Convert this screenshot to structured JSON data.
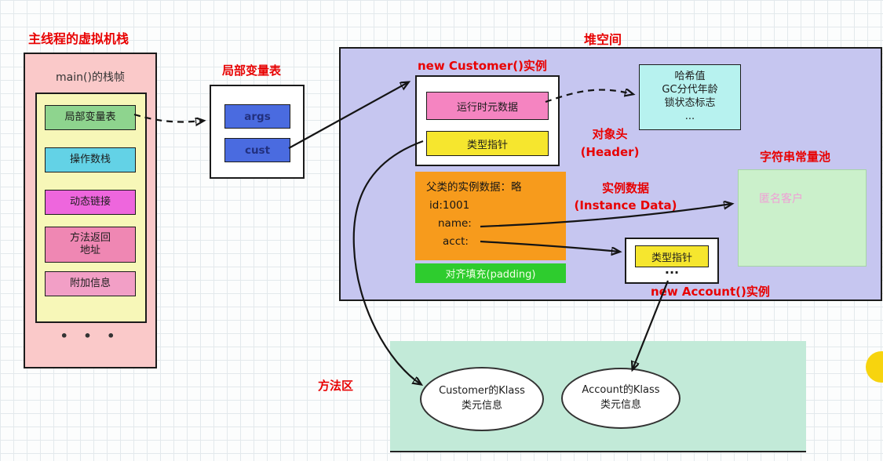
{
  "colors": {
    "title_red": "#e80202",
    "stack_outer": "#fac9c9",
    "stack_inner": "#f7f7b8",
    "var_slot": "#4a6be0",
    "heap_bg": "#c6c6f0",
    "runtime_meta": "#f584c1",
    "type_pointer": "#f6e62e",
    "instance_box": "#f79b1c",
    "padding_box": "#2ecc2e",
    "hash_box": "#b7f2ef",
    "string_pool": "#cbf0cb",
    "anonymous_text": "#f09fd6",
    "method_area": "#c2ead8",
    "cursor_dot": "#f7d40e"
  },
  "stack": {
    "title": "主线程的虚拟机栈",
    "frame_label": "main()的栈帧",
    "items": [
      {
        "label": "局部变量表",
        "color": "#8ed48e"
      },
      {
        "label": "操作数栈",
        "color": "#63d2e6"
      },
      {
        "label": "动态链接",
        "color": "#ee66dd"
      },
      {
        "label": "方法返回\n地址",
        "color": "#ef87b3"
      },
      {
        "label": "附加信息",
        "color": "#f29fc6"
      }
    ],
    "dots": "• • •"
  },
  "local_vars": {
    "title": "局部变量表",
    "slots": [
      {
        "label": "args"
      },
      {
        "label": "cust"
      }
    ]
  },
  "heap": {
    "title": "堆空间",
    "customer_instance_title": "new Customer()实例",
    "runtime_meta_label": "运行时元数据",
    "type_pointer_label": "类型指针",
    "header_label": "对象头\n(Header)",
    "instance_data_label": "实例数据\n(Instance Data)",
    "instance_fields": {
      "parent": "父类的实例数据：略",
      "id": "id:1001",
      "name": "name:",
      "acct": "acct:"
    },
    "padding_label": "对齐填充(padding)",
    "object_header_details": [
      "哈希值",
      "GC分代年龄",
      "锁状态标志",
      "..."
    ],
    "string_pool_title": "字符串常量池",
    "anonymous_customer": "匿名客户",
    "account_type_pointer": "类型指针",
    "account_ellipsis": "...",
    "account_instance_title": "new Account()实例"
  },
  "method_area": {
    "title": "方法区",
    "customer_klass": "Customer的Klass\n类元信息",
    "account_klass": "Account的Klass\n类元信息"
  }
}
